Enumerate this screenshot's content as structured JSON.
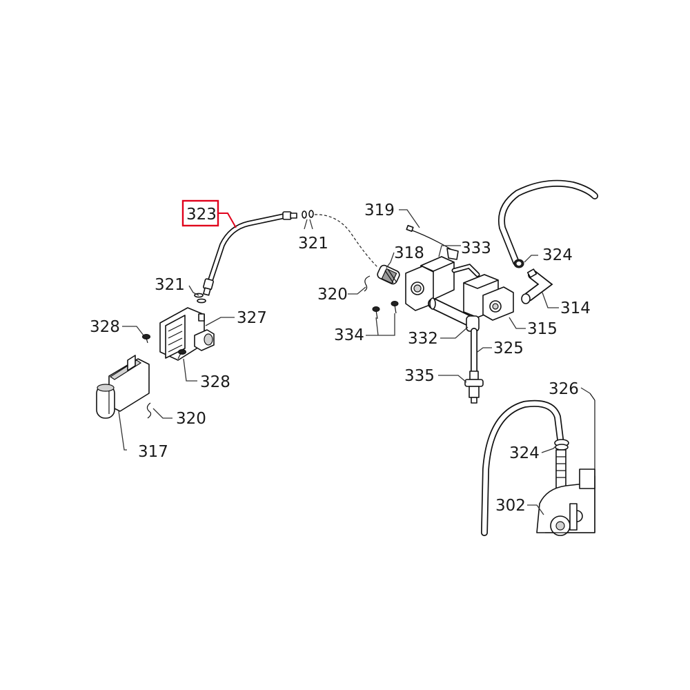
{
  "highlight": {
    "part_number": "323",
    "color": "#e0001b"
  },
  "parts": [
    {
      "id": "p323",
      "number": "323"
    },
    {
      "id": "p321a",
      "number": "321"
    },
    {
      "id": "p319",
      "number": "319"
    },
    {
      "id": "p333",
      "number": "333"
    },
    {
      "id": "p318",
      "number": "318"
    },
    {
      "id": "p324a",
      "number": "324"
    },
    {
      "id": "p321b",
      "number": "321"
    },
    {
      "id": "p327",
      "number": "327"
    },
    {
      "id": "p320a",
      "number": "320"
    },
    {
      "id": "p314",
      "number": "314"
    },
    {
      "id": "p328a",
      "number": "328"
    },
    {
      "id": "p334",
      "number": "334"
    },
    {
      "id": "p332",
      "number": "332"
    },
    {
      "id": "p315",
      "number": "315"
    },
    {
      "id": "p325",
      "number": "325"
    },
    {
      "id": "p335",
      "number": "335"
    },
    {
      "id": "p328b",
      "number": "328"
    },
    {
      "id": "p326",
      "number": "326"
    },
    {
      "id": "p320b",
      "number": "320"
    },
    {
      "id": "p324b",
      "number": "324"
    },
    {
      "id": "p317",
      "number": "317"
    },
    {
      "id": "p302",
      "number": "302"
    }
  ]
}
